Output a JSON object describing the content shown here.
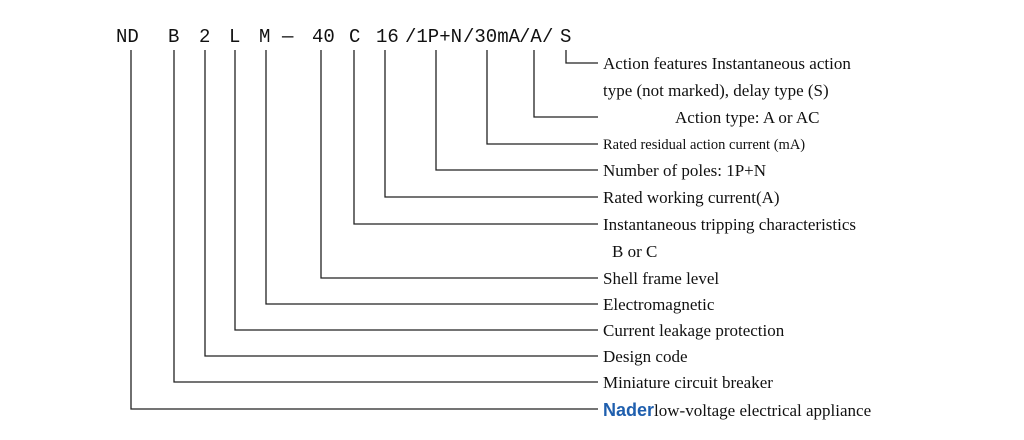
{
  "code_segments": {
    "nd": "ND",
    "b": "B",
    "two": "2",
    "l": "L",
    "m": "M",
    "dash": "—",
    "forty": "40",
    "c": "C",
    "sixteen": "16",
    "slash_poles": "/1P+N",
    "slash_ma": "/30mA",
    "slash_a": "/A",
    "slash": "/",
    "s": "S"
  },
  "labels": {
    "action_features_1": "Action features Instantaneous action",
    "action_features_2": "type (not marked), delay type (S)",
    "action_type": "Action type:   A or AC",
    "rated_residual": "Rated residual action current (mA)",
    "poles": "Number of poles: 1P+N",
    "working_current": "Rated working current(A)",
    "tripping_1": "Instantaneous tripping characteristics",
    "tripping_2": "B or C",
    "shell_frame": "Shell frame level",
    "electromagnetic": "Electromagnetic",
    "leakage": "Current leakage protection",
    "design_code": "Design code",
    "mcb": "Miniature circuit breaker",
    "brand": "Nader",
    "appliance": "low-voltage electrical appliance"
  },
  "colors": {
    "brand": "#1f5fae",
    "line": "#222222"
  }
}
